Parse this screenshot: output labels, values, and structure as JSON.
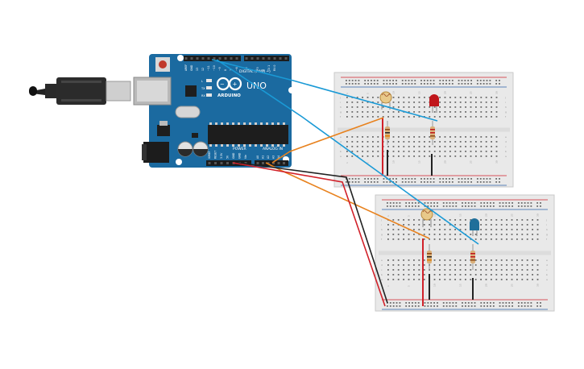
{
  "arduino": {
    "brand": "ARDUINO",
    "model": "UNO",
    "digital_label": "DIGITAL (PWM ~)",
    "power_label": "POWER",
    "analog_label": "ANALOG IN",
    "top_pins": [
      "AREF",
      "GND",
      "13",
      "12",
      "~11",
      "~10",
      "~9",
      "8",
      "7",
      "~6",
      "~5",
      "4",
      "~3",
      "2",
      "TX 1",
      "RX 0"
    ],
    "power_pins": [
      "IOREF",
      "RESET",
      "3.3V",
      "5V",
      "GND",
      "GND",
      "Vin"
    ],
    "analog_pins": [
      "A0",
      "A1",
      "A2",
      "A3",
      "A4",
      "A5"
    ],
    "led_labels": [
      "L",
      "TX",
      "RX"
    ]
  },
  "breadboard_top": {
    "column_numbers": [
      "1",
      "5",
      "10",
      "15",
      "20",
      "25",
      "30"
    ],
    "row_letters_top": [
      "j",
      "i",
      "h",
      "g",
      "f"
    ],
    "row_letters_bottom": [
      "e",
      "d",
      "c",
      "b",
      "a"
    ]
  },
  "breadboard_bottom": {
    "column_numbers": [
      "1",
      "5",
      "10",
      "15",
      "20",
      "25",
      "30"
    ],
    "row_letters_top": [
      "j",
      "i",
      "h",
      "g",
      "f"
    ],
    "row_letters_bottom": [
      "e",
      "d",
      "c",
      "b",
      "a"
    ]
  },
  "components": {
    "led_top_color": "#c0161b",
    "led_bottom_color": "#1f6f9a"
  },
  "colors": {
    "board": "#1b6aa0",
    "wire_blue": "#1a9ad6",
    "wire_orange": "#e8821e",
    "wire_red": "#d1212a",
    "wire_black": "#222222"
  }
}
